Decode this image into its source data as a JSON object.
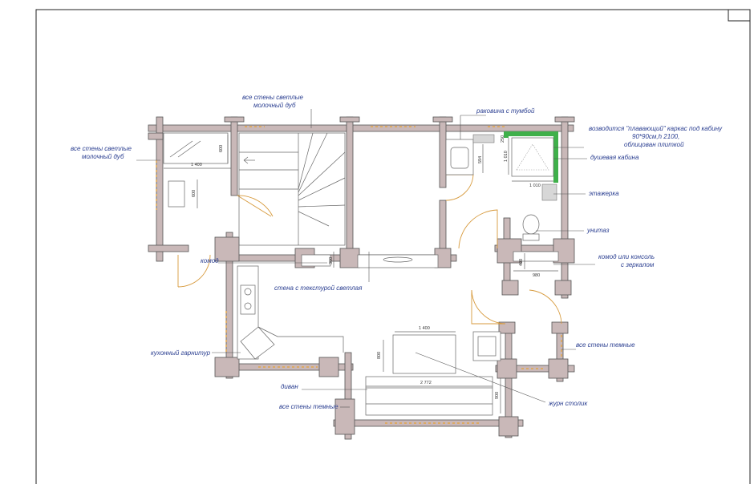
{
  "labels": {
    "walls_light_left": [
      "все стены светлые",
      "молочный дуб"
    ],
    "walls_light_top": [
      "все стены светлые",
      "молочный дуб"
    ],
    "sink": "раковина с тумбой",
    "shower_note": [
      "возводится \"плавающий\" каркас  под кабину",
      "90*90см,h 2100,",
      "облицован плиткой"
    ],
    "shower": "душевая кабина",
    "shelf": "этажерка",
    "toilet": "унитаз",
    "console": [
      "комод или консоль",
      "с зеркалом"
    ],
    "dresser": "комод",
    "textured_wall": "стена с текстурой светлая",
    "kitchen": "кухонный гарнитур",
    "sofa": "диван",
    "walls_dark_bottom": "все стены темные",
    "walls_dark_right": "все стены темные",
    "coffee_table": "журн столик"
  },
  "dimensions": {
    "d1400_top": "1 400",
    "d600_top": "600",
    "d600_left": "600",
    "d300": "300",
    "d594": "594",
    "d250": "250",
    "d1010_v": "1 010",
    "d1010_h": "1 010",
    "d400": "400",
    "d980": "980",
    "d1400_table": "1 400",
    "d800": "800",
    "d2772": "2 772",
    "d900": "900"
  }
}
